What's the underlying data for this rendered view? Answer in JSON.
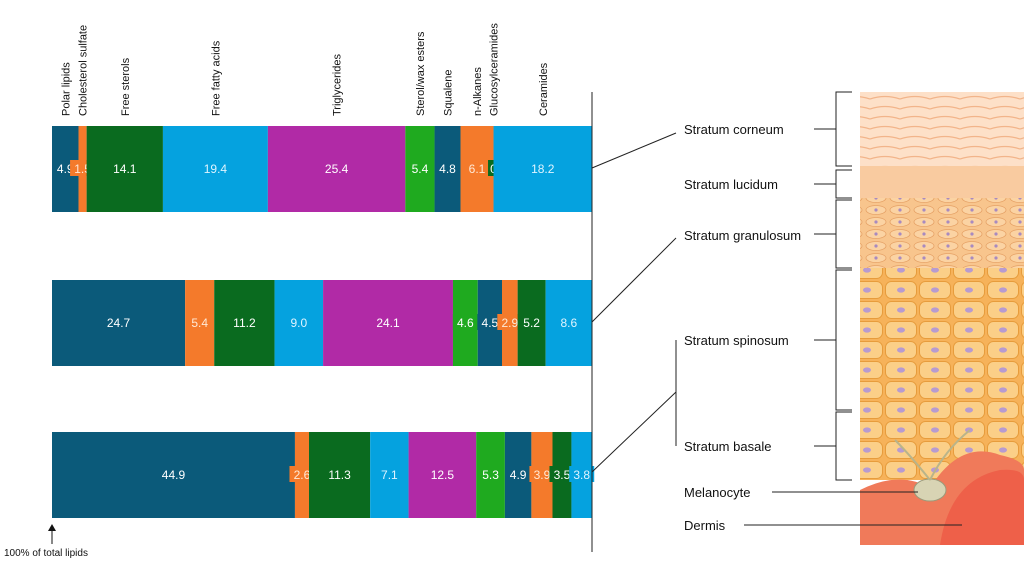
{
  "chart_data": {
    "type": "bar",
    "orientation": "horizontal-stacked-100",
    "categories": [
      "Polar lipids",
      "Cholesterol sulfate",
      "Free sterols",
      "Free fatty acids",
      "Triglycerides",
      "Sterol/wax esters",
      "Squalene",
      "n-Alkanes",
      "Glucosylceramides",
      "Ceramides"
    ],
    "colors": [
      "#0b5a7a",
      "#f47a2b",
      "#0a6b1f",
      "#05a2df",
      "#b12aa6",
      "#1faa1f",
      "#0b5a7a",
      "#f47a2b",
      "#0a6b1f",
      "#05a2df"
    ],
    "series": [
      {
        "values": [
          4.9,
          1.5,
          14.1,
          19.4,
          25.4,
          5.4,
          4.8,
          6.1,
          0,
          18.2
        ],
        "labels": [
          "4.9",
          "1.5",
          "14.1",
          "19.4",
          "25.4",
          "5.4",
          "4.8",
          "6.1",
          "0",
          "18.2"
        ]
      },
      {
        "values": [
          24.7,
          5.4,
          11.2,
          9.0,
          24.1,
          4.6,
          4.5,
          2.9,
          5.2,
          8.6
        ],
        "labels": [
          "24.7",
          "5.4",
          "11.2",
          "9.0",
          "24.1",
          "4.6",
          "4.5",
          "2.9",
          "5.2",
          "8.6"
        ]
      },
      {
        "values": [
          44.9,
          2.6,
          11.3,
          7.1,
          12.5,
          5.3,
          4.9,
          3.9,
          3.5,
          3.8
        ],
        "labels": [
          "44.9",
          "2.6",
          "11.3",
          "7.1",
          "12.5",
          "5.3",
          "4.9",
          "3.9",
          "3.5",
          "3.8"
        ]
      }
    ],
    "footnote": "100% of total lipids"
  },
  "skin_diagram": {
    "layers": [
      "Stratum corneum",
      "Stratum lucidum",
      "Stratum granulosum",
      "Stratum spinosum",
      "Stratum basale",
      "Melanocyte",
      "Dermis"
    ]
  }
}
